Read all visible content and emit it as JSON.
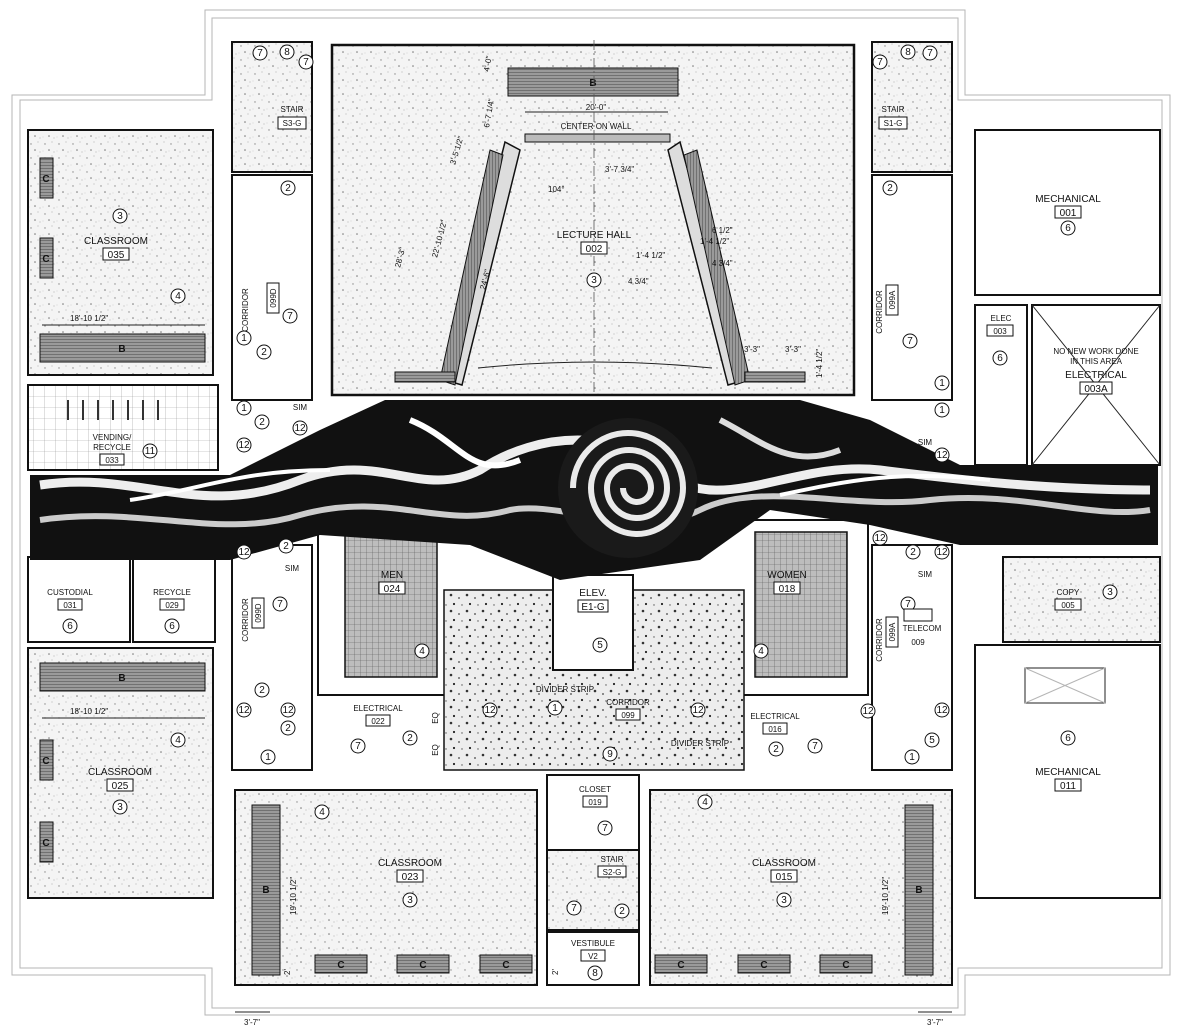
{
  "rooms": {
    "classroom_035": {
      "name": "CLASSROOM",
      "number": "035",
      "tag": "3",
      "dim": "18'-10 1/2\""
    },
    "vending_033": {
      "name": "VENDING/\nRECYCLE",
      "name1": "VENDING/",
      "name2": "RECYCLE",
      "number": "033",
      "tag": "11"
    },
    "custodial_031": {
      "name": "CUSTODIAL",
      "number": "031",
      "tag": "6"
    },
    "recycle_029": {
      "name": "RECYCLE",
      "number": "029",
      "tag": "6"
    },
    "classroom_025": {
      "name": "CLASSROOM",
      "number": "025",
      "tag": "3",
      "dim": "18'-10 1/2\""
    },
    "corridor_099d_top": {
      "name": "CORRIDOR",
      "number": "099D",
      "tag": "7"
    },
    "corridor_099d_bot": {
      "name": "CORRIDOR",
      "number": "099D",
      "tag": "7"
    },
    "stair_s3g": {
      "name": "STAIR",
      "number": "S3-G"
    },
    "stair_s1g": {
      "name": "STAIR",
      "number": "S1-G"
    },
    "lecture_002": {
      "name": "LECTURE HALL",
      "number": "002",
      "tag": "3"
    },
    "mechanical_001": {
      "name": "MECHANICAL",
      "number": "001",
      "tag": "6"
    },
    "elec_003": {
      "name": "ELEC",
      "number": "003",
      "tag": "6"
    },
    "electrical_003a": {
      "note1": "NO NEW WORK DONE",
      "note2": "IN THIS AREA",
      "name": "ELECTRICAL",
      "number": "003A"
    },
    "corridor_099a_top": {
      "name": "CORRIDOR",
      "number": "099A",
      "tag": "7"
    },
    "corridor_099a_bot": {
      "name": "CORRIDOR",
      "number": "099A",
      "tag": "7"
    },
    "men_024": {
      "name": "MEN",
      "number": "024",
      "tag": "4"
    },
    "women_018": {
      "name": "WOMEN",
      "number": "018",
      "tag": "4"
    },
    "elev_e1g": {
      "name": "ELEV.",
      "number": "E1-G",
      "tag": "5"
    },
    "corridor_099": {
      "name": "CORRIDOR",
      "number": "099",
      "tag": "9"
    },
    "electrical_022": {
      "name": "ELECTRICAL",
      "number": "022",
      "tag": "7"
    },
    "electrical_016": {
      "name": "ELECTRICAL",
      "number": "016",
      "tag": "7"
    },
    "telecom_009": {
      "name": "TELECOM",
      "number": "009"
    },
    "copy_005": {
      "name": "COPY",
      "number": "005",
      "tag": "3"
    },
    "mechanical_011": {
      "name": "MECHANICAL",
      "number": "011",
      "tag": "6"
    },
    "classroom_023": {
      "name": "CLASSROOM",
      "number": "023",
      "tag": "3",
      "dim": "19'-10 1/2\""
    },
    "classroom_015": {
      "name": "CLASSROOM",
      "number": "015",
      "tag": "3",
      "dim": "19'-10 1/2\""
    },
    "closet_019": {
      "name": "CLOSET",
      "number": "019",
      "tag": "7"
    },
    "stair_s2g": {
      "name": "STAIR",
      "number": "S2-G",
      "tag": "2"
    },
    "vestibule_v2": {
      "name": "VESTIBULE",
      "number": "V2",
      "tag": "8"
    }
  },
  "notes": {
    "divider_strip": "DIVIDER STRIP",
    "sim": "SIM",
    "eq": "EQ",
    "center_on_wall": "CENTER ON WALL"
  },
  "dimensions": {
    "lecture_width": "20'-0\"",
    "lecture_top": "4'-0\"",
    "lecture_side": "6'-7 1/4\"",
    "angle": "104°",
    "d1": "3'-5 1/2\"",
    "d2": "28'-3\"",
    "d3": "22'-10 1/2\"",
    "d4": "24'-6\"",
    "d5": "3'-7 3/4\"",
    "d6": "6 1/2\"",
    "d7": "1'-4 1/2\"",
    "d8": "1'-4 1/2\"",
    "d9": "4 3/4\"",
    "d10": "4 3/4\"",
    "d11": "3'-3\"",
    "d12": "3'-3\"",
    "d13": "1'-4 1/2\"",
    "bottom_left": "3'-7\"",
    "bottom_right": "3'-7\"",
    "small_2": "2'"
  },
  "board_labels": {
    "b": "B",
    "c": "C"
  },
  "tags": {
    "t1": "1",
    "t2": "2",
    "t4": "4",
    "t5": "5",
    "t7": "7",
    "t8": "8",
    "t12": "12"
  }
}
